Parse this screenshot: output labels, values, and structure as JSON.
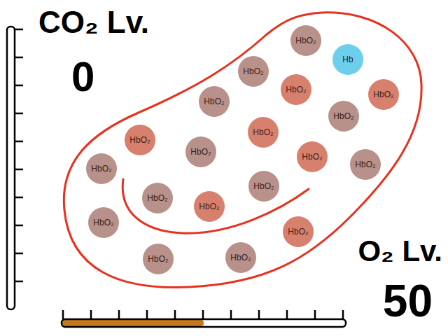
{
  "diagram": {
    "nodes": [
      {
        "text": [
          "HbO₂"
        ]
      },
      {
        "text": [
          "Hb"
        ]
      },
      {
        "text": [
          "HbO₂"
        ]
      },
      {
        "text": [
          "HbO₂"
        ]
      },
      {
        "text": [
          "HbO₂"
        ]
      },
      {
        "text": [
          "HbO₂"
        ]
      },
      {
        "text": [
          "HbO₂"
        ]
      },
      {
        "text": [
          "HbO₂"
        ]
      },
      {
        "text": [
          "HbO₂"
        ]
      },
      {
        "text": [
          "HbO₂"
        ]
      },
      {
        "text": [
          "HbO₂"
        ]
      },
      {
        "text": [
          "HbO₂"
        ]
      },
      {
        "text": [
          "HbO₂"
        ]
      },
      {
        "text": [
          "HbO₂"
        ]
      },
      {
        "text": [
          "HbO₂"
        ]
      },
      {
        "text": [
          "HbO₂"
        ]
      },
      {
        "text": [
          "HbO₂"
        ]
      },
      {
        "text": [
          "HbO₂"
        ]
      },
      {
        "text": [
          "HbO₂"
        ]
      },
      {
        "text": [
          "HbO₂"
        ]
      }
    ],
    "labels": [
      "CO₂ Lv.",
      "0",
      "O₂ Lv.",
      "50"
    ]
  }
}
